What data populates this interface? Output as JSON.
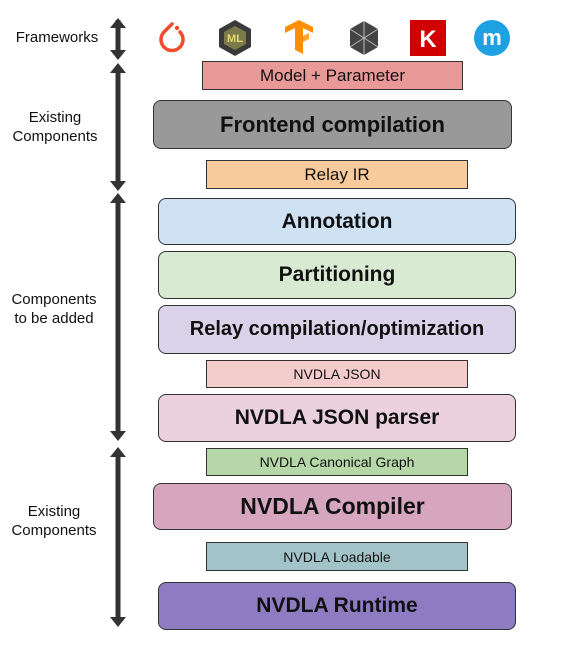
{
  "frameworks_label": "Frameworks",
  "sections": [
    {
      "label": "Existing\nComponents"
    },
    {
      "label": "Components\nto be added"
    },
    {
      "label": "Existing\nComponents"
    }
  ],
  "framework_icons": [
    {
      "name": "pytorch-icon",
      "color": "#ee4c2c"
    },
    {
      "name": "coreml-icon",
      "color": "#333333",
      "text": "ML"
    },
    {
      "name": "tensorflow-icon",
      "color": "#ff8f00"
    },
    {
      "name": "caffe2-icon",
      "color": "#444444"
    },
    {
      "name": "keras-icon",
      "color": "#d00000",
      "text": "K"
    },
    {
      "name": "mxnet-icon",
      "color": "#1da1e2",
      "text": "m"
    }
  ],
  "stack": [
    {
      "label": "Model + Parameter",
      "color": "#ea9999"
    },
    {
      "label": "Frontend compilation",
      "color": "#999999"
    },
    {
      "label": "Relay IR",
      "color": "#f9cb9c"
    },
    {
      "label": "Annotation",
      "color": "#cfe2f3"
    },
    {
      "label": "Partitioning",
      "color": "#d9ead3"
    },
    {
      "label": "Relay compilation/optimization",
      "color": "#d9d2e9"
    },
    {
      "label": "NVDLA JSON",
      "color": "#f4cccc"
    },
    {
      "label": "NVDLA JSON parser",
      "color": "#ead1dc"
    },
    {
      "label": "NVDLA Canonical Graph",
      "color": "#b6d7a8"
    },
    {
      "label": "NVDLA Compiler",
      "color": "#d5a6bd"
    },
    {
      "label": "NVDLA Loadable",
      "color": "#a2c4c9"
    },
    {
      "label": "NVDLA Runtime",
      "color": "#8e7cc3"
    }
  ]
}
